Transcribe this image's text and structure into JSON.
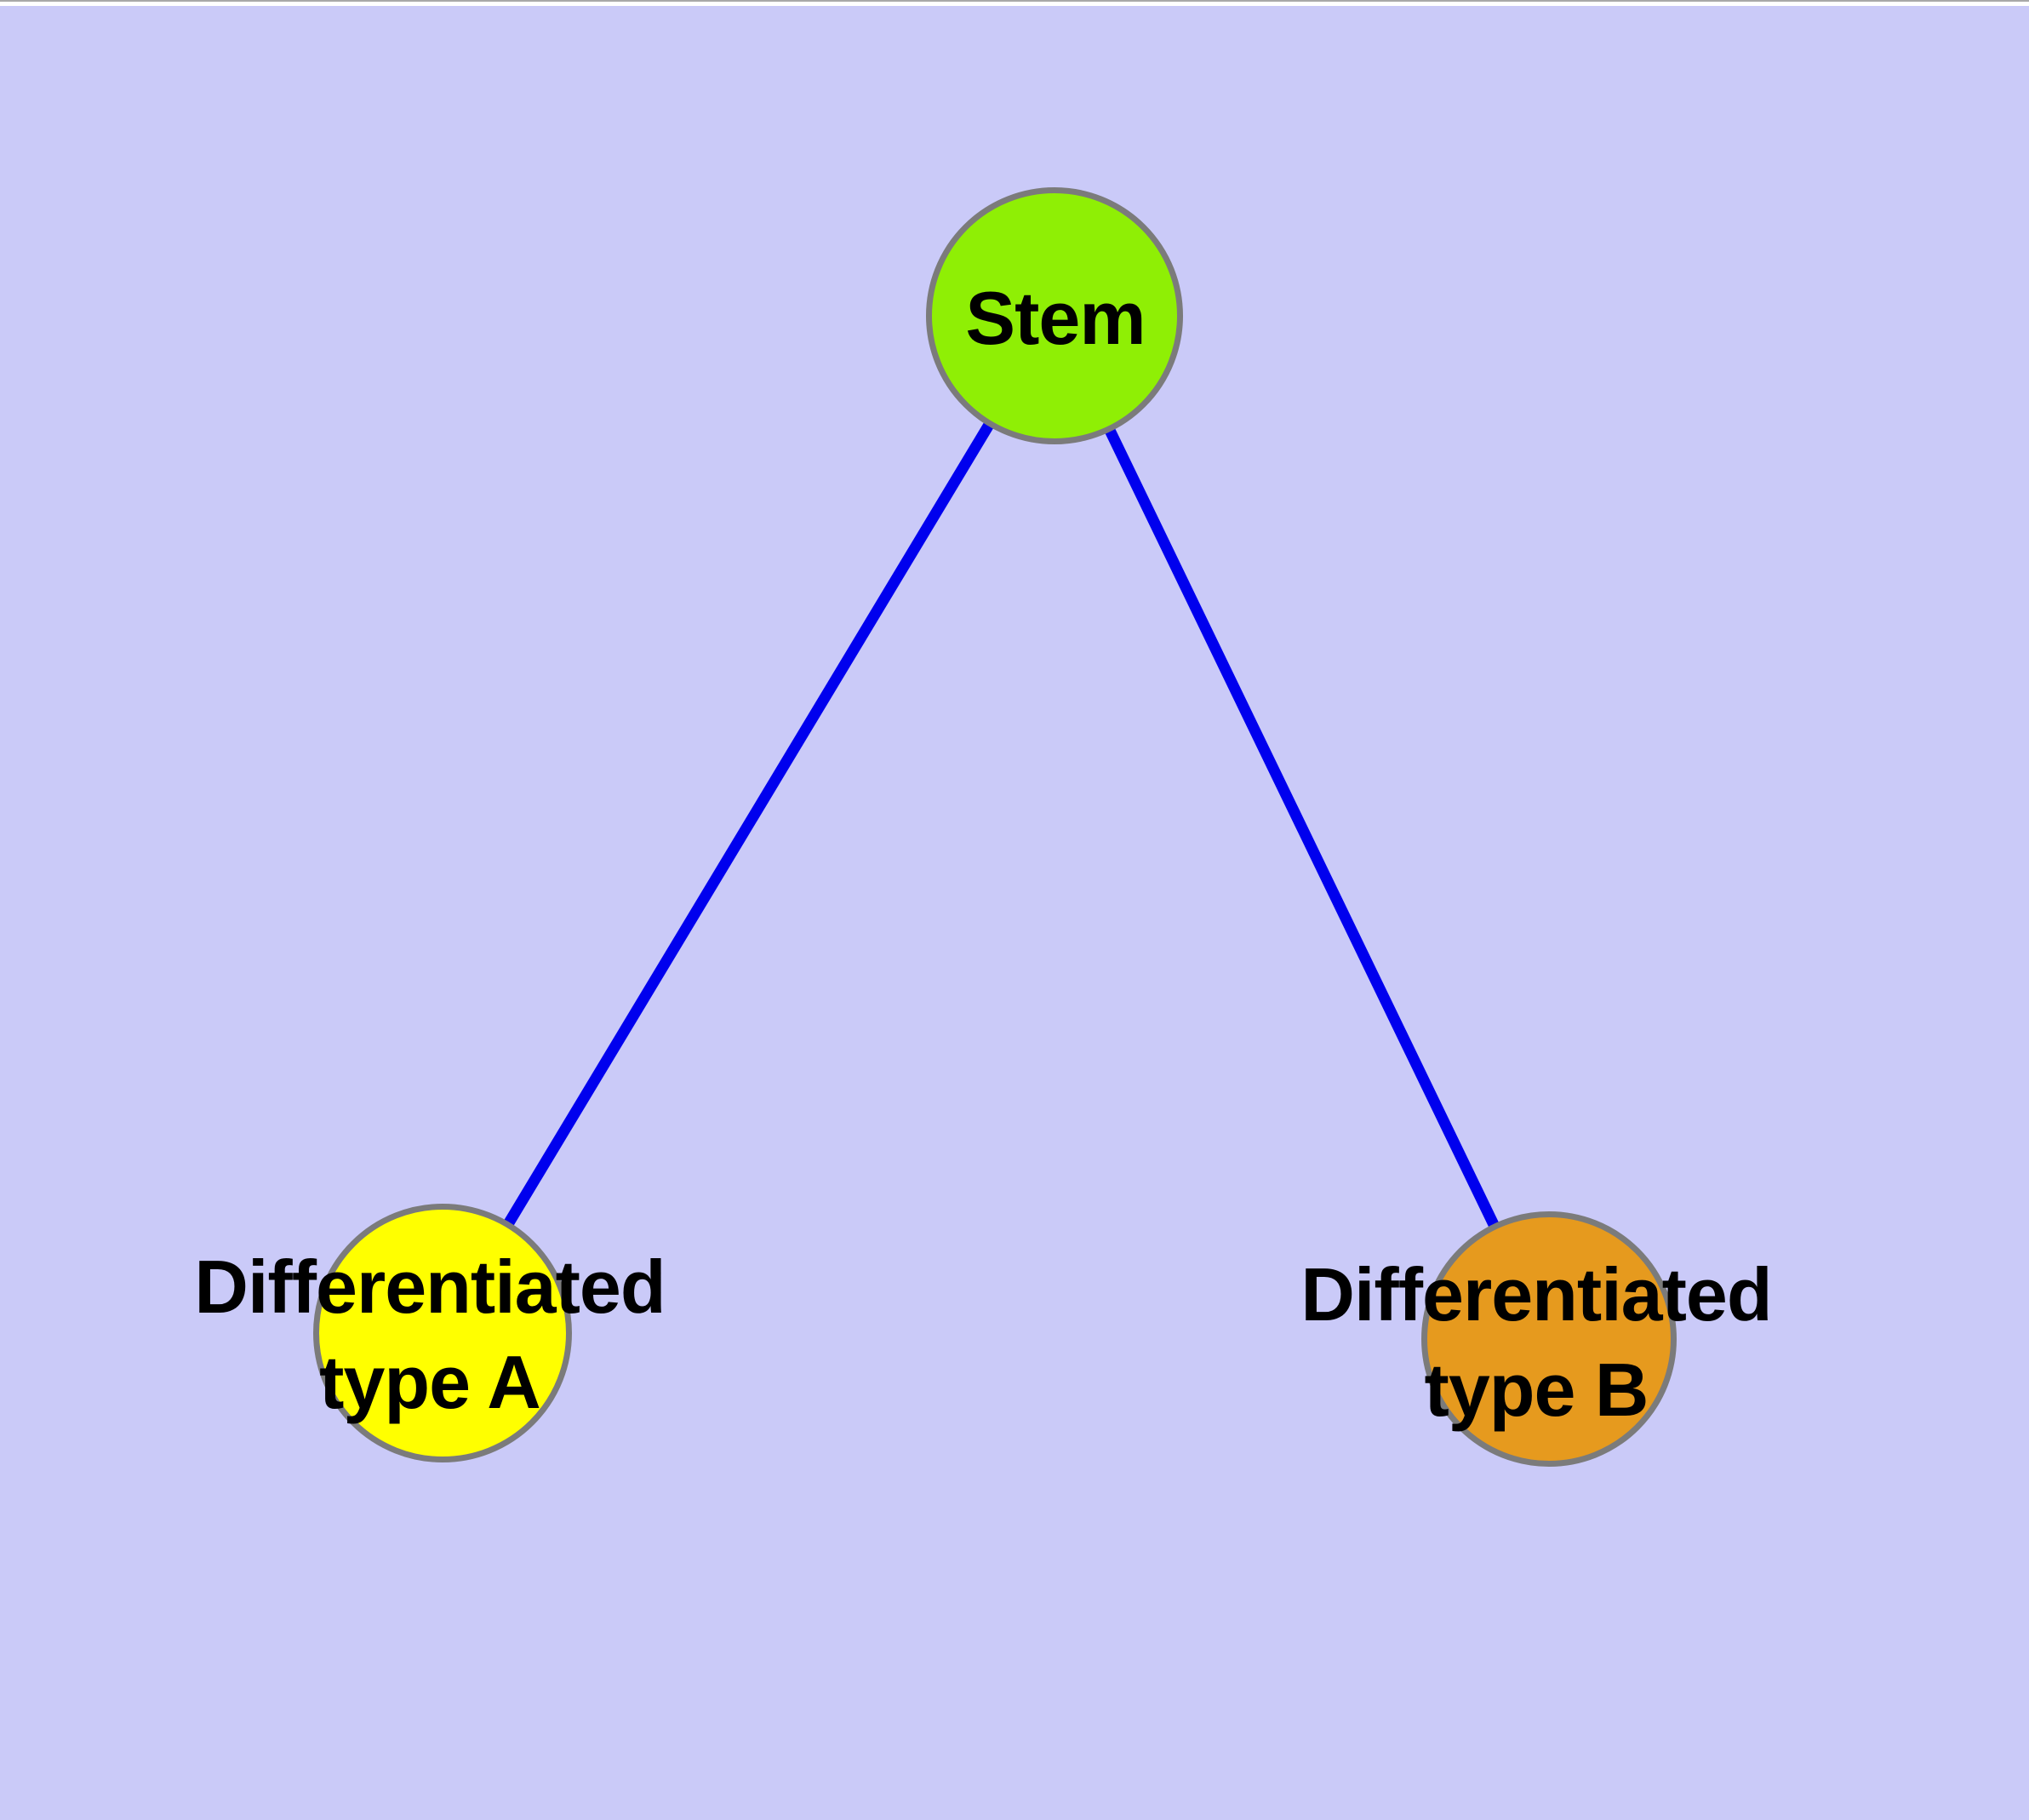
{
  "diagram": {
    "type": "node-link-tree",
    "nodes": [
      {
        "id": "stem",
        "label": "Stem",
        "fill": "#8FEF05",
        "shape": "circle"
      },
      {
        "id": "type-a",
        "label_line1": "Differentiated",
        "label_line2": "type A",
        "fill": "#FFFF00",
        "shape": "circle"
      },
      {
        "id": "type-b",
        "label_line1": "Differentiated",
        "label_line2": "type B",
        "fill": "#E69A1E",
        "shape": "circle"
      }
    ],
    "edges": [
      {
        "from": "Stem",
        "to": "Differentiated type A"
      },
      {
        "from": "Stem",
        "to": "Differentiated type B"
      }
    ]
  },
  "colors": {
    "bg": "#CACAF8",
    "edge": "#0000EE",
    "node-border": "#7B7B7B",
    "node-stem": "#8FEF05",
    "node-a": "#FFFF00",
    "node-b": "#E69A1E",
    "text": "#000000",
    "top-strip": "#FFFFFF",
    "top-strip-line": "#A8A8A8"
  }
}
